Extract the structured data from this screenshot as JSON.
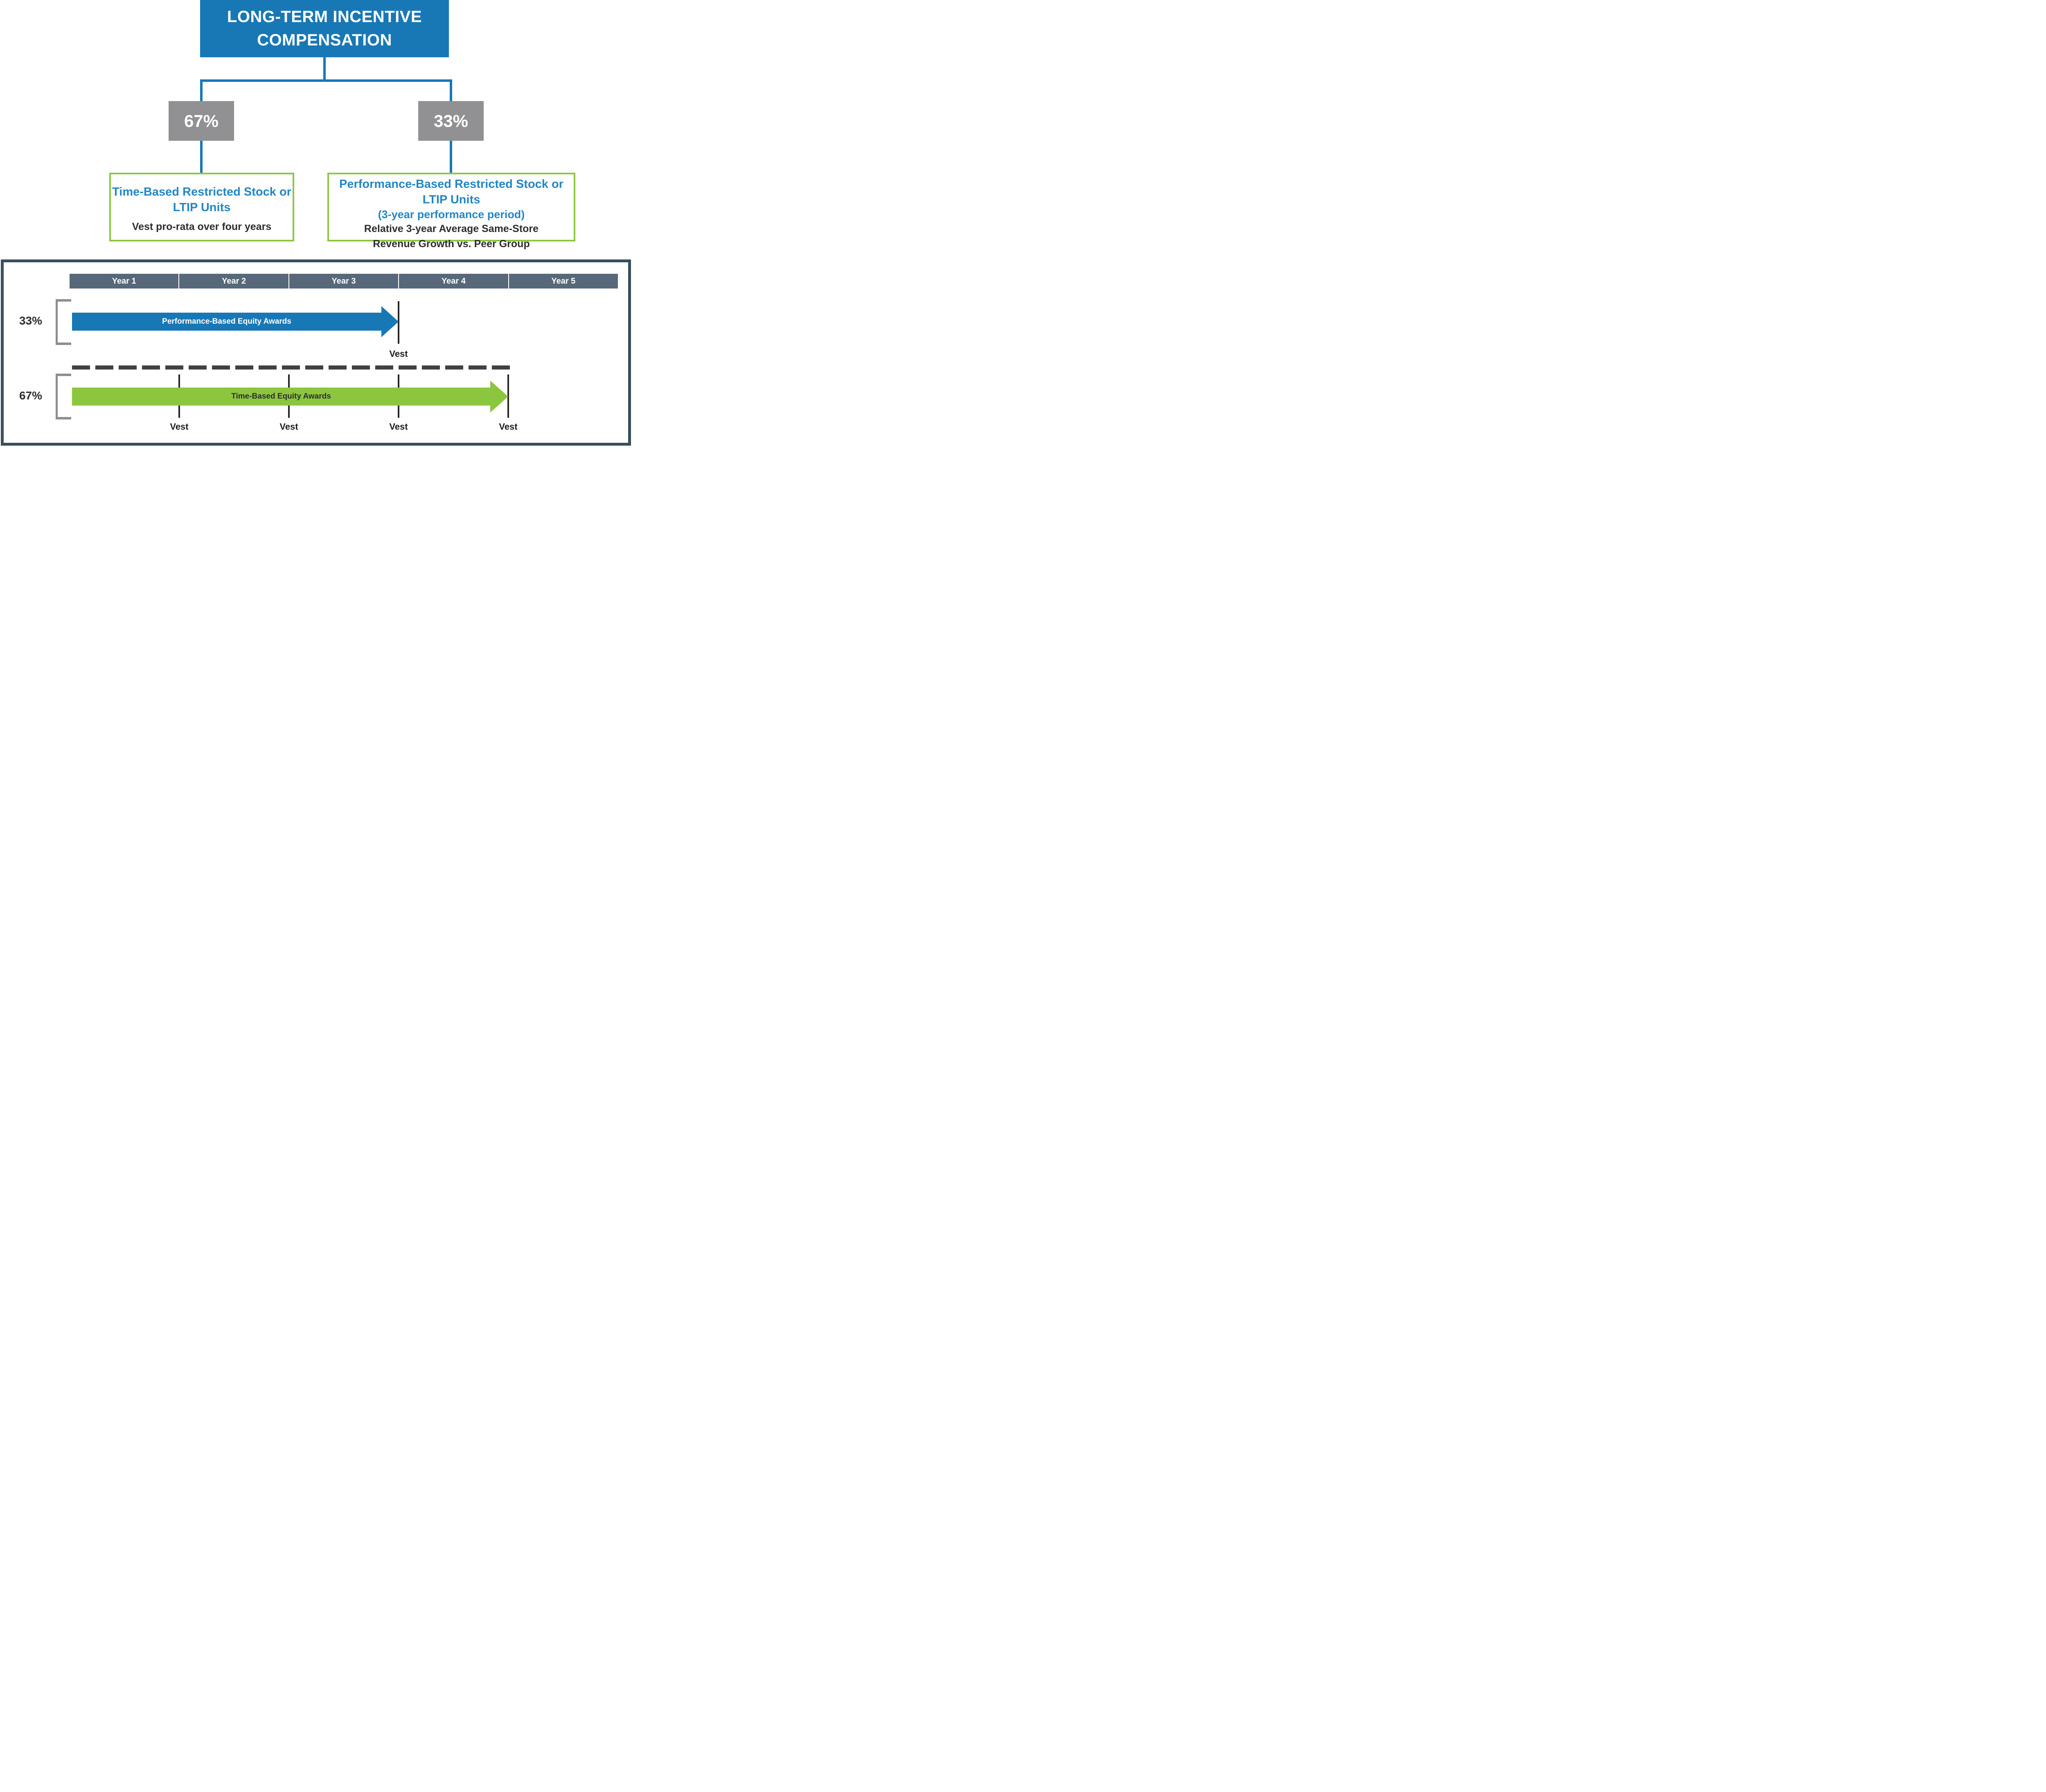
{
  "colors": {
    "blue": "#1878b6",
    "blue_text": "#2286c6",
    "green": "#8cc63f",
    "gray_box": "#919193",
    "slate_bar": "#566879",
    "panel_border": "#3a4e5b",
    "bracket_gray": "#8e8e8e",
    "dark_text": "#2d2d2d",
    "vest_line": "#262626",
    "dash_color": "#414141"
  },
  "org_chart": {
    "root_title_lines": [
      "LONG-TERM INCENTIVE",
      "COMPENSATION"
    ],
    "left_branch": {
      "percent": "67%",
      "box": {
        "heading_lines": [
          "Time-Based Restricted Stock or",
          "LTIP Units"
        ],
        "detail_lines": [
          "Vest pro-rata over four years"
        ]
      }
    },
    "right_branch": {
      "percent": "33%",
      "box": {
        "heading_lines": [
          "Performance-Based Restricted Stock or",
          "LTIP Units"
        ],
        "subheading": "(3-year performance period)",
        "detail_lines": [
          "Relative 3-year Average Same-Store",
          "Revenue Growth vs. Peer Group"
        ]
      }
    }
  },
  "timeline": {
    "year_headers": [
      "Year 1",
      "Year 2",
      "Year 3",
      "Year 4",
      "Year 5"
    ],
    "performance_row": {
      "percent_label": "33%",
      "arrow_label": "Performance-Based Equity Awards",
      "vest_labels": [
        "Vest"
      ]
    },
    "time_row": {
      "percent_label": "67%",
      "arrow_label": "Time-Based Equity Awards",
      "vest_labels": [
        "Vest",
        "Vest",
        "Vest",
        "Vest"
      ]
    }
  }
}
